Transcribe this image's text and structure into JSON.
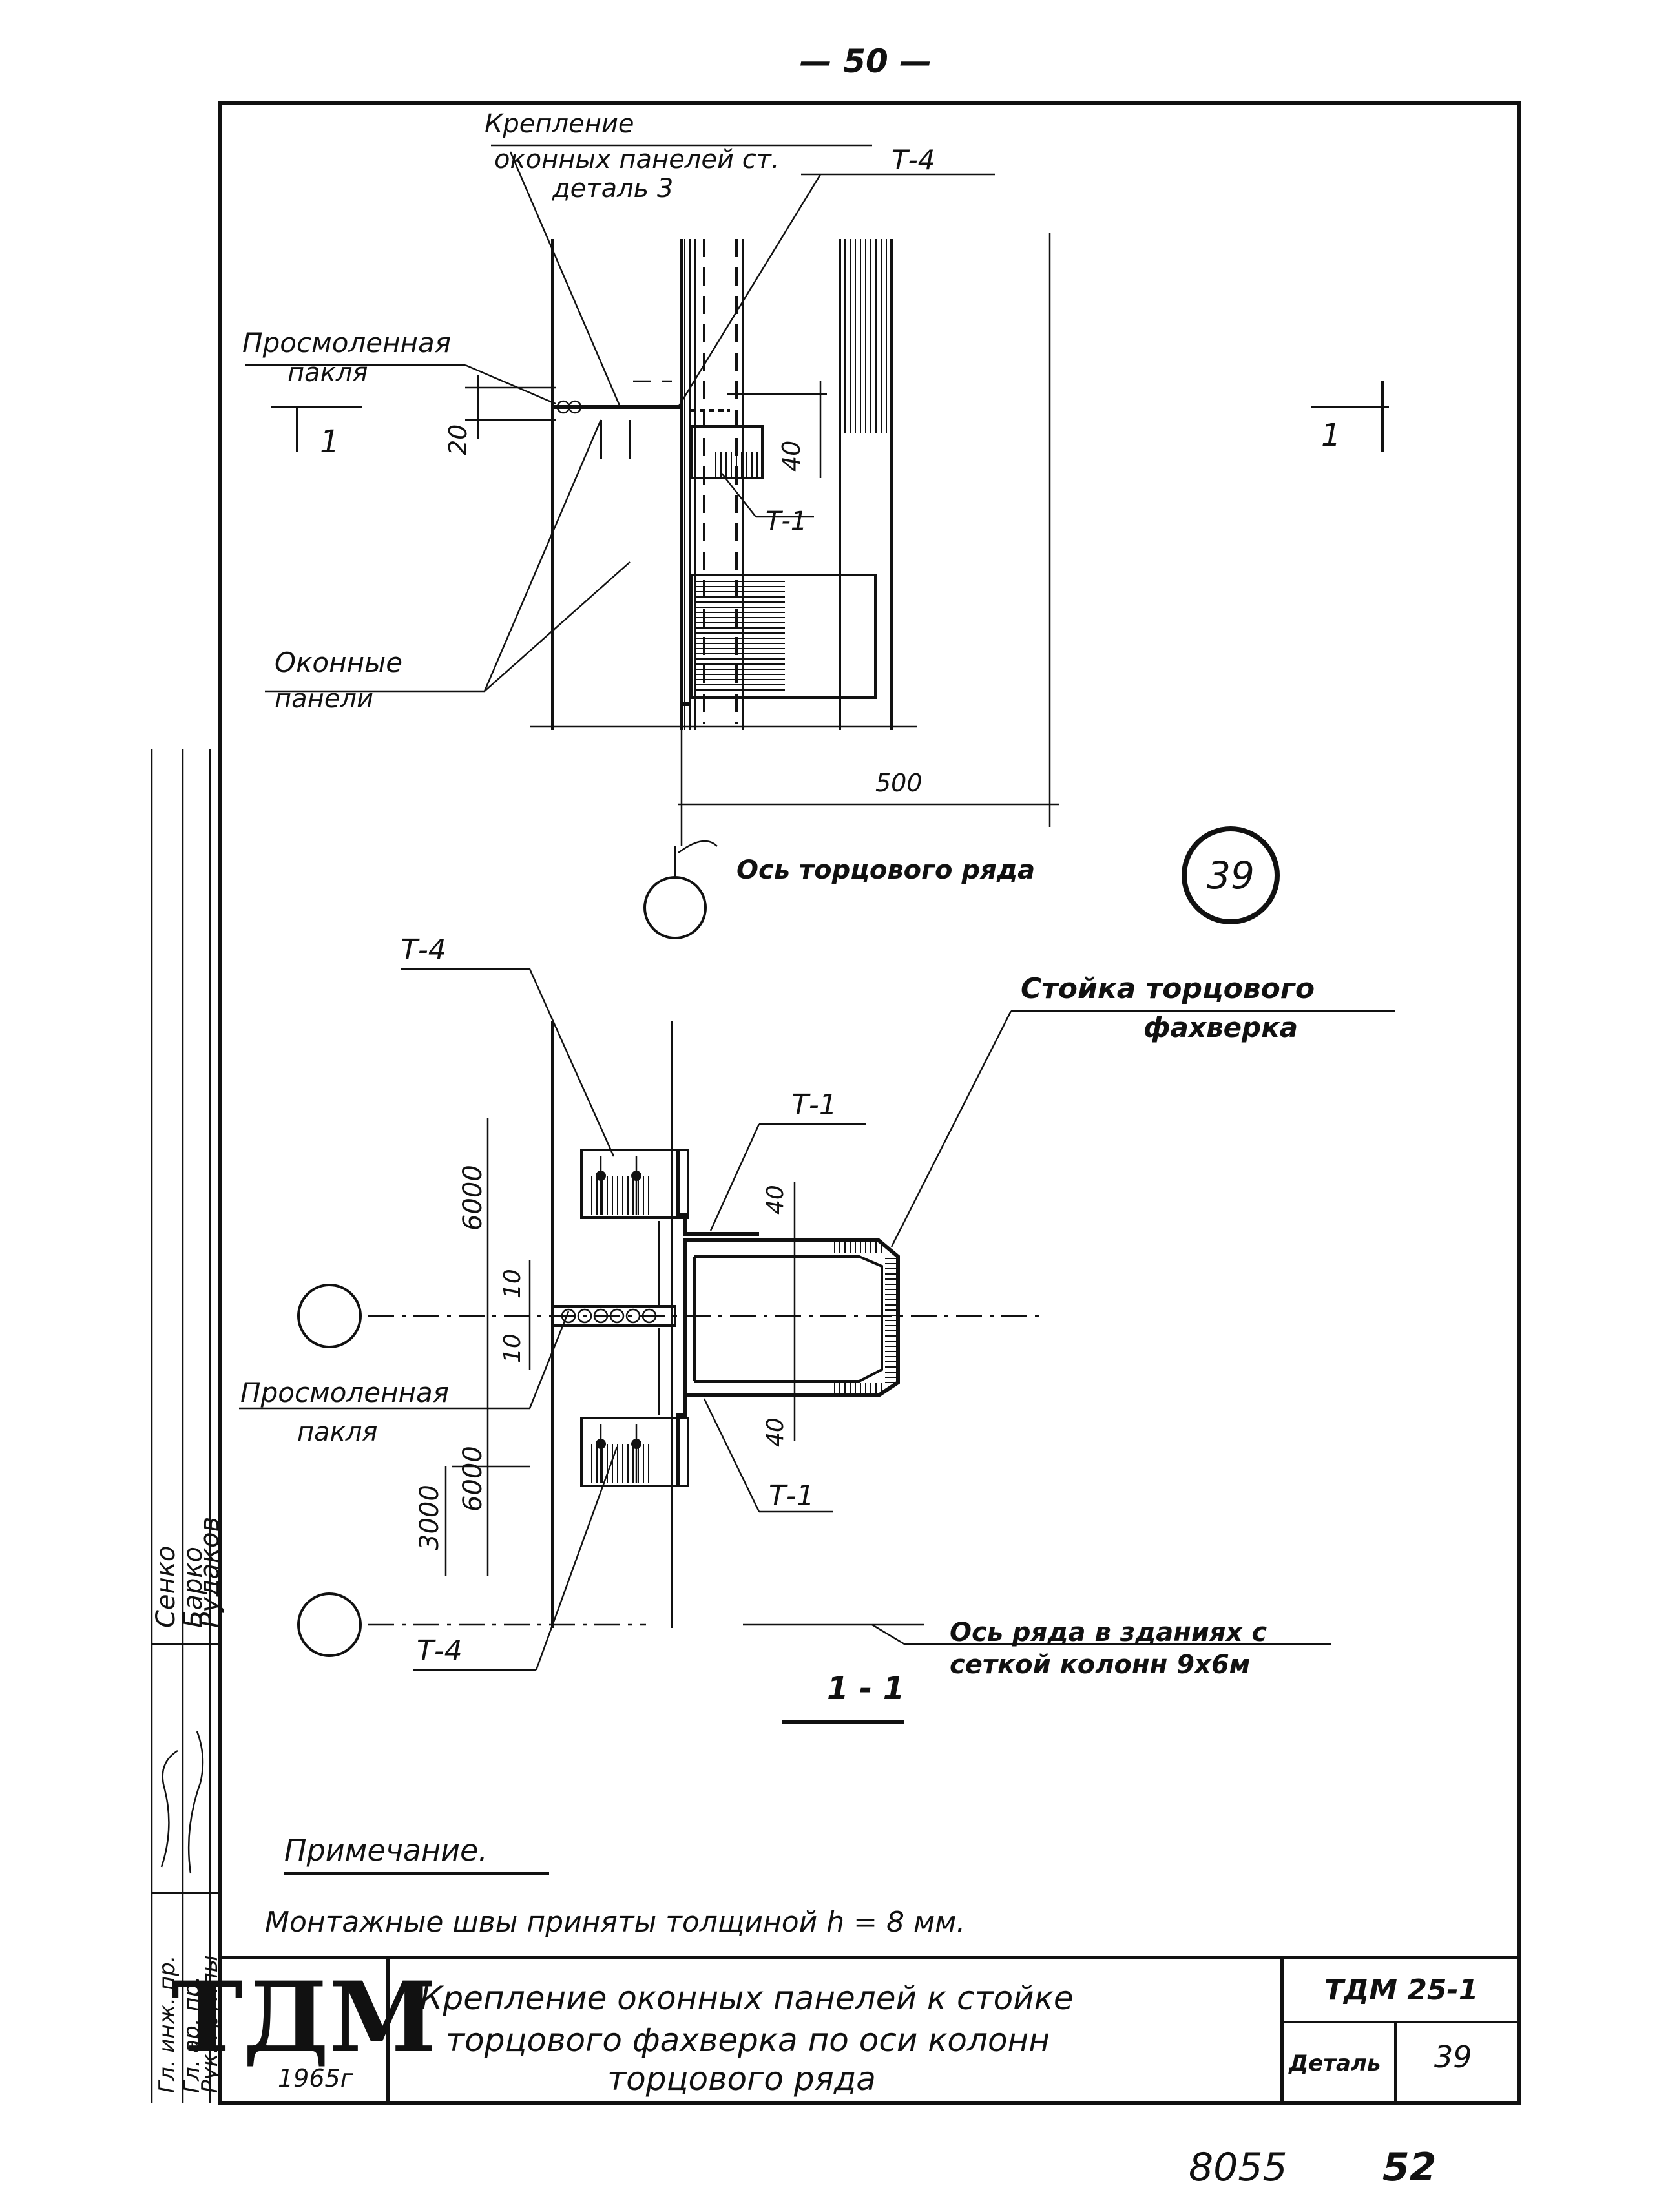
{
  "page_number": "— 50 —",
  "labels": {
    "window_panel_fastening": [
      "Крепление",
      "оконных панелей ст.",
      "деталь 3"
    ],
    "t4_top": "Т-4",
    "tarred_tow_top": [
      "Просмоленная",
      "пакля"
    ],
    "dim_20": "20",
    "dim_40_top": "40",
    "t1_top": "Т-1",
    "window_panels": [
      "Оконные",
      "панели"
    ],
    "dim_500": "500",
    "section_mark_left": "1",
    "section_mark_right": "1",
    "end_row_axis": "Ось торцового ряда",
    "detail_number": "39",
    "t4_mid": "Т-4",
    "post_label": [
      "Стойка торцового",
      "фахверка"
    ],
    "t1_mid_top": "Т-1",
    "dim_40_mid_top": "40",
    "dim_6000_top": "6000",
    "dim_10_top": "10",
    "dim_10_bottom": "10",
    "tarred_tow_bottom": [
      "Просмоленная",
      "пакля"
    ],
    "dim_6000_bottom": "6000",
    "dim_3000": "3000",
    "dim_40_mid_bottom": "40",
    "t1_mid_bottom": "Т-1",
    "t4_bottom": "Т-4",
    "row_axis": [
      "Ось ряда в зданиях с",
      "сеткой колонн 9х6м"
    ],
    "section_title": "1 - 1",
    "note_title": "Примечание.",
    "note_text": "Монтажные швы приняты толщиной h = 8 мм."
  },
  "signature_block": {
    "roles": [
      "Гл. инж. пр.",
      "Гл. ар. пр.",
      "Рук. группы"
    ],
    "names": [
      "Сенко",
      "Барко",
      "Рудаков"
    ]
  },
  "title_block": {
    "org": "ТДМ",
    "year": "1965г",
    "title_lines": [
      "Крепление оконных панелей к стойке",
      "торцового фахверка по оси колонн",
      "торцового ряда"
    ],
    "code": "ТДМ 25-1",
    "detail_label": "Деталь",
    "detail_value": "39"
  },
  "footer": {
    "number_left": "8055",
    "number_right": "52"
  }
}
